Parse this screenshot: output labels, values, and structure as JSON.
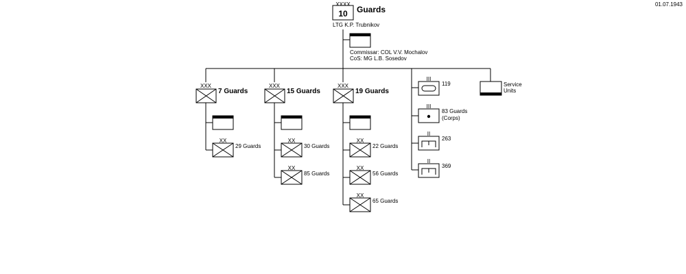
{
  "date": "01.07.1943",
  "army": {
    "number": "10",
    "name": "Guards",
    "commander": "LTG K.P. Trubnikov",
    "echelon": "XXXX"
  },
  "staff": {
    "commissar": "Commissar: COL V.V. Mochalov",
    "cos": "CoS: MG L.B. Sosedov"
  },
  "corps": [
    {
      "name": "7 Guards",
      "echelon": "XXX",
      "divisions": [
        "29 Guards"
      ]
    },
    {
      "name": "15 Guards",
      "echelon": "XXX",
      "divisions": [
        "30 Guards",
        "85 Guards"
      ]
    },
    {
      "name": "19 Guards",
      "echelon": "XXX",
      "divisions": [
        "22 Guards",
        "56 Guards",
        "65 Guards"
      ]
    }
  ],
  "division_echelon": "XX",
  "support": [
    {
      "label": "119",
      "echelon": "III",
      "symbol": "tank"
    },
    {
      "label": "83 Guards",
      "sublabel": "(Corps)",
      "echelon": "III",
      "symbol": "dot"
    },
    {
      "label": "263",
      "echelon": "II",
      "symbol": "engineer"
    },
    {
      "label": "369",
      "echelon": "II",
      "symbol": "engineer"
    }
  ],
  "service": {
    "line1": "Service",
    "line2": "Units"
  }
}
